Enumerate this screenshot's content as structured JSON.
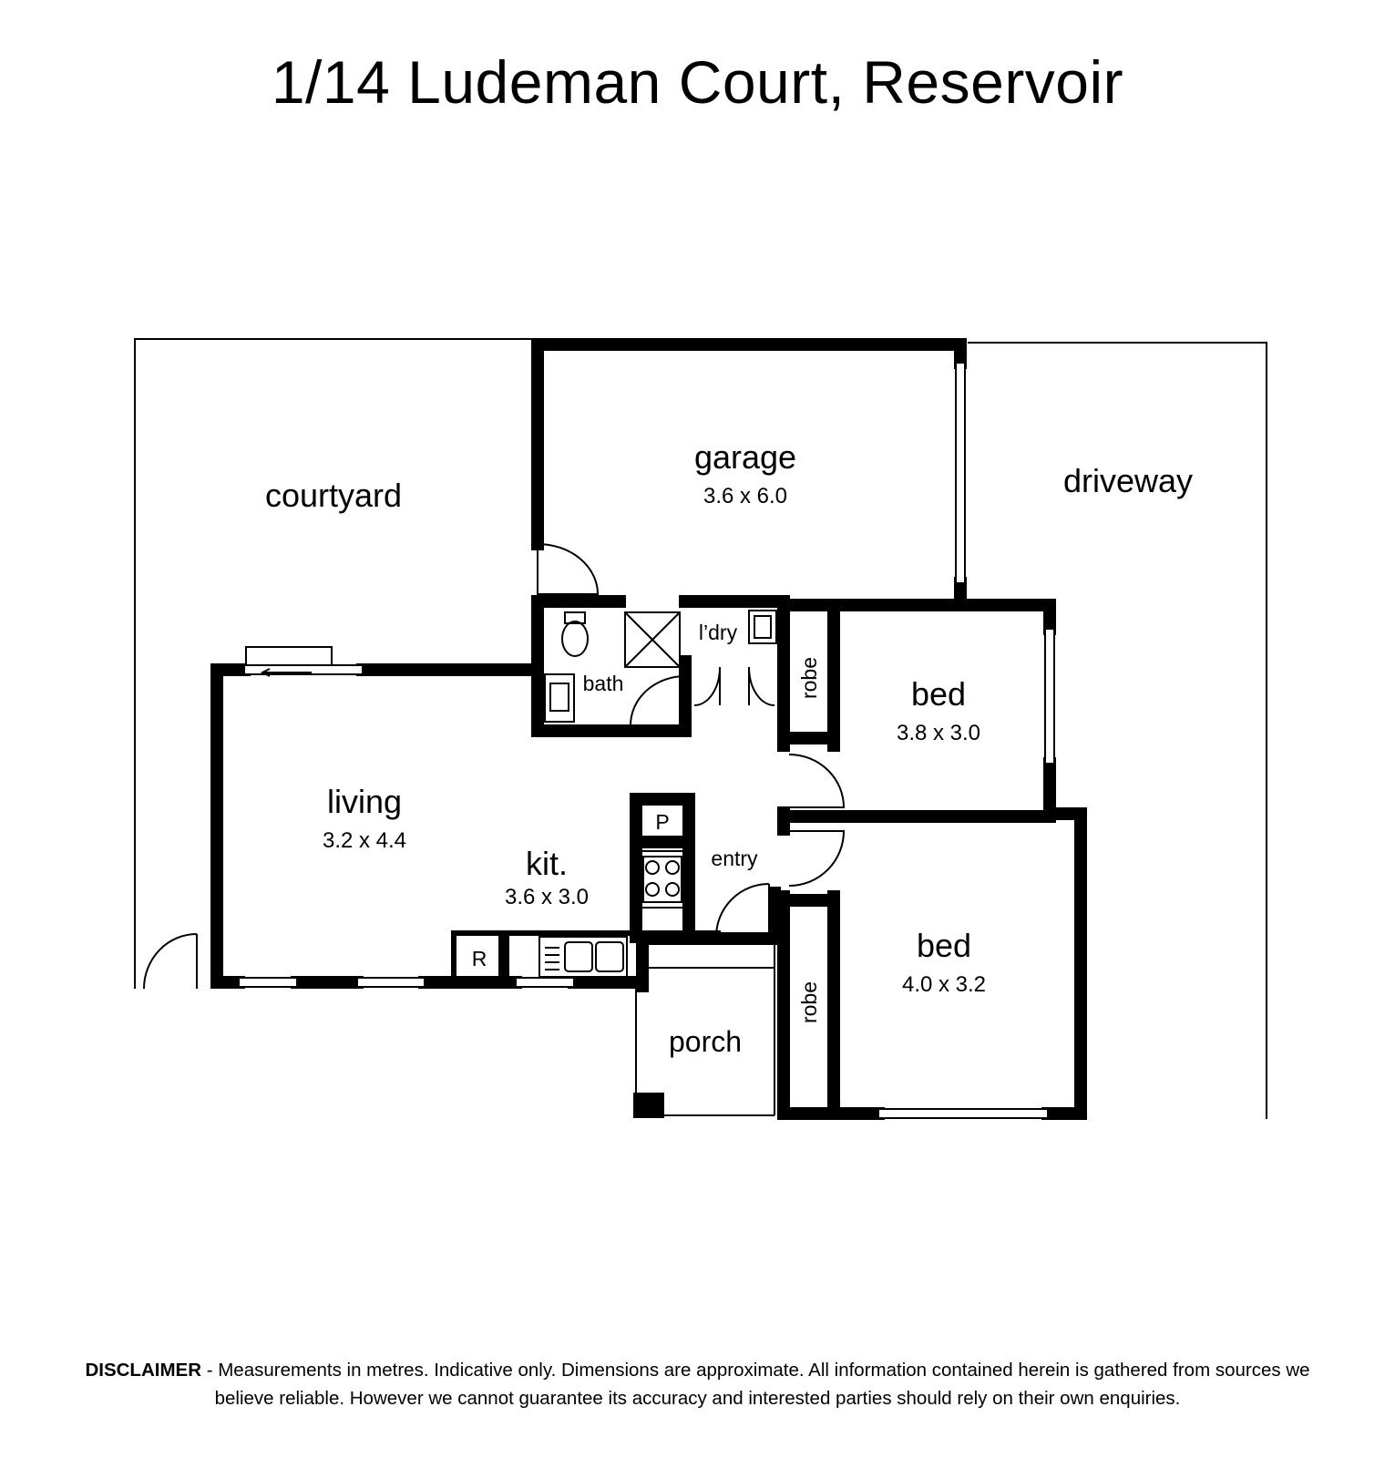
{
  "title": "1/14 Ludeman Court, Reservoir",
  "rooms": {
    "courtyard": {
      "name": "courtyard"
    },
    "garage": {
      "name": "garage",
      "size": "3.6 x 6.0"
    },
    "driveway": {
      "name": "driveway"
    },
    "bath": {
      "name": "bath"
    },
    "laundry": {
      "name": "l’dry"
    },
    "robe1": {
      "name": "robe"
    },
    "bed1": {
      "name": "bed",
      "size": "3.8 x 3.0"
    },
    "living": {
      "name": "living",
      "size": "3.2 x 4.4"
    },
    "kitchen": {
      "name": "kit.",
      "size": "3.6 x 3.0"
    },
    "pantry": {
      "name": "P"
    },
    "fridge": {
      "name": "R"
    },
    "entry": {
      "name": "entry"
    },
    "robe2": {
      "name": "robe"
    },
    "bed2": {
      "name": "bed",
      "size": "4.0 x 3.2"
    },
    "porch": {
      "name": "porch"
    }
  },
  "disclaimer": {
    "label": "DISCLAIMER",
    "text": " - Measurements in metres. Indicative only. Dimensions are approximate. All information contained herein is gathered from sources we believe reliable. However we cannot guarantee its accuracy and interested parties should rely on their own enquiries."
  }
}
